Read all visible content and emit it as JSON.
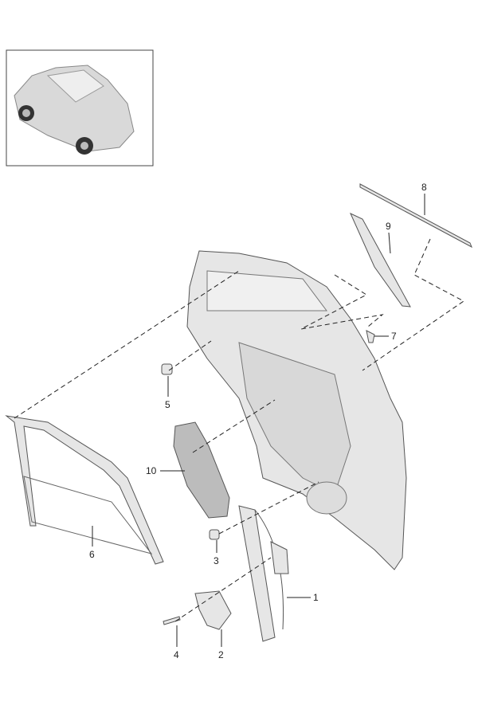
{
  "thumbnail": {
    "description_label": "vehicle-overview"
  },
  "callouts": [
    {
      "id": "1",
      "label": "1"
    },
    {
      "id": "2",
      "label": "2"
    },
    {
      "id": "3",
      "label": "3"
    },
    {
      "id": "4",
      "label": "4"
    },
    {
      "id": "5",
      "label": "5"
    },
    {
      "id": "6",
      "label": "6"
    },
    {
      "id": "7",
      "label": "7"
    },
    {
      "id": "8",
      "label": "8"
    },
    {
      "id": "9",
      "label": "9"
    },
    {
      "id": "10",
      "label": "10"
    }
  ]
}
